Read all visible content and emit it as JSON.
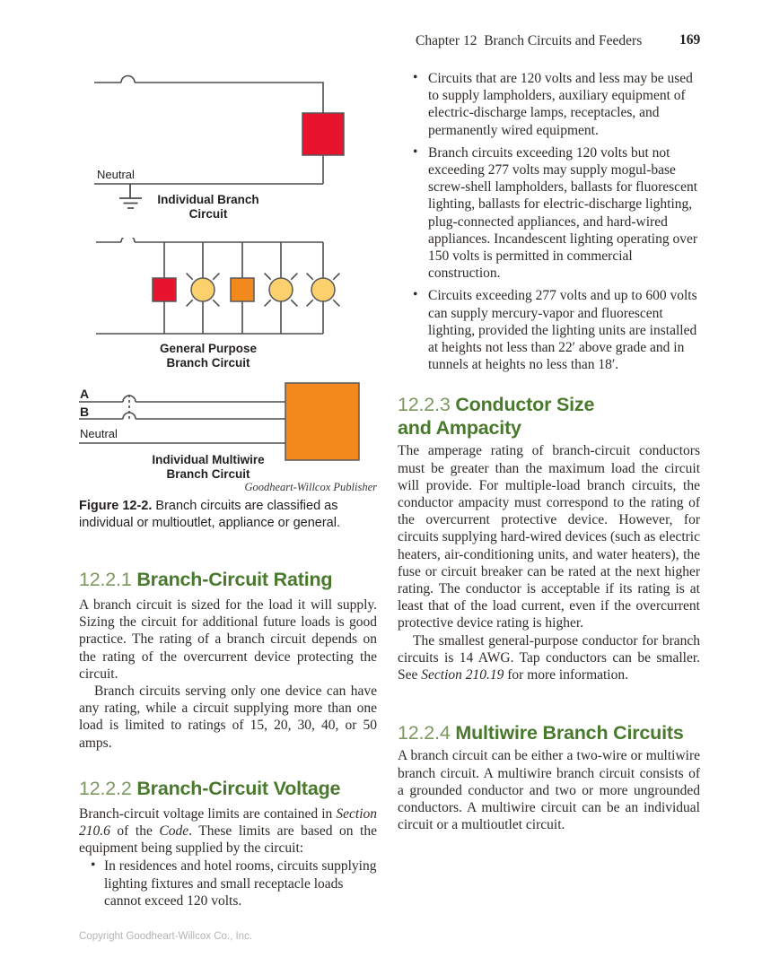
{
  "header": {
    "chapter_title": "Chapter 12  Branch Circuits and Feeders",
    "page_number": "169"
  },
  "left_column": {
    "figure": {
      "diagram1": {
        "neutral_label": "Neutral",
        "caption_line1": "Individual Branch",
        "caption_line2": "Circuit"
      },
      "diagram2": {
        "caption_line1": "General Purpose",
        "caption_line2": "Branch Circuit"
      },
      "diagram3": {
        "phase_a_label": "A",
        "phase_b_label": "B",
        "neutral_label": "Neutral",
        "caption_line1": "Individual Multiwire",
        "caption_line2": "Branch Circuit"
      },
      "credit": "Goodheart-Willcox Publisher",
      "caption_label": "Figure 12-2.",
      "caption_text": " Branch circuits are classified as individual or multioutlet, appliance or general.",
      "colors": {
        "load_red": "#e8132c",
        "load_orange": "#f2891d",
        "lamp_yellow": "#fcd06d",
        "wire": "#4d4d4f",
        "outline": "#58595b"
      }
    },
    "section_1221": {
      "number": "12.2.1",
      "title": "Branch-Circuit Rating",
      "paragraph1": "A branch circuit is sized for the load it will supply. Sizing the circuit for additional future loads is good practice. The rating of a branch circuit depends on the rating of the overcurrent device protecting the circuit.",
      "paragraph2": "Branch circuits serving only one device can have any rating, while a circuit supplying more than one load is limited to ratings of 15, 20, 30, 40, or 50 amps."
    },
    "section_1222": {
      "number": "12.2.2",
      "title": "Branch-Circuit Voltage",
      "intro_segments": [
        {
          "t": "Branch-circuit voltage limits are contained in "
        },
        {
          "t": "Section 210.6",
          "i": true
        },
        {
          "t": " of the "
        },
        {
          "t": "Code",
          "i": true
        },
        {
          "t": ". These limits are based on the equipment being supplied by the circuit:"
        }
      ],
      "bullet_marker": "•",
      "bullets": [
        "In residences and hotel rooms, circuits supplying lighting fixtures and small receptacle loads cannot exceed 120 volts."
      ]
    }
  },
  "right_column": {
    "bullet_marker": "•",
    "bullets": [
      "Circuits that are 120 volts and less may be used to supply lampholders, auxiliary equipment of electric-discharge lamps, receptacles, and permanently wired equipment.",
      "Branch circuits exceeding 120 volts but not exceeding 277 volts may supply mogul-base screw-shell lampholders, ballasts for fluorescent lighting, ballasts for electric-discharge lighting, plug-connected appliances, and hard-wired appliances. Incandescent lighting operating over 150 volts is permitted in commercial construction.",
      "Circuits exceeding 277 volts and up to 600 volts can supply mercury-vapor and fluorescent lighting, provided the lighting units are installed at heights not less than 22′ above grade and in tunnels at heights no less than 18′."
    ],
    "section_1223": {
      "number": "12.2.3",
      "title_line1": "Conductor Size",
      "title_line2": "and Ampacity",
      "paragraph1": "The amperage rating of branch-circuit conductors must be greater than the maximum load the circuit will provide. For multiple-load branch circuits, the conductor ampacity must correspond to the rating of the overcurrent protective device. However, for circuits supplying hard-wired devices (such as electric heaters, air-conditioning units, and water heaters), the fuse or circuit breaker can be rated at the next higher rating. The conductor is acceptable if its rating is at least that of the load current, even if the overcurrent protective device rating is higher.",
      "paragraph2_segments": [
        {
          "t": "The smallest general-purpose conductor for branch circuits is 14 AWG. Tap conductors can be smaller. See "
        },
        {
          "t": "Section 210.19",
          "i": true
        },
        {
          "t": " for more information."
        }
      ]
    },
    "section_1224": {
      "number": "12.2.4",
      "title": "Multiwire Branch Circuits",
      "paragraph1": "A branch circuit can be either a two-wire or multiwire branch circuit. A multiwire branch circuit consists of a grounded conductor and two or more ungrounded conductors. A multiwire circuit can be an individual circuit or a multioutlet circuit."
    }
  },
  "footer": {
    "copyright": "Copyright Goodheart-Willcox Co., Inc."
  },
  "theme": {
    "heading_green": "#49792d",
    "section_number_green": "#7d9760",
    "body_text": "#2e2a26",
    "footer_gray": "#b4b4b6"
  }
}
